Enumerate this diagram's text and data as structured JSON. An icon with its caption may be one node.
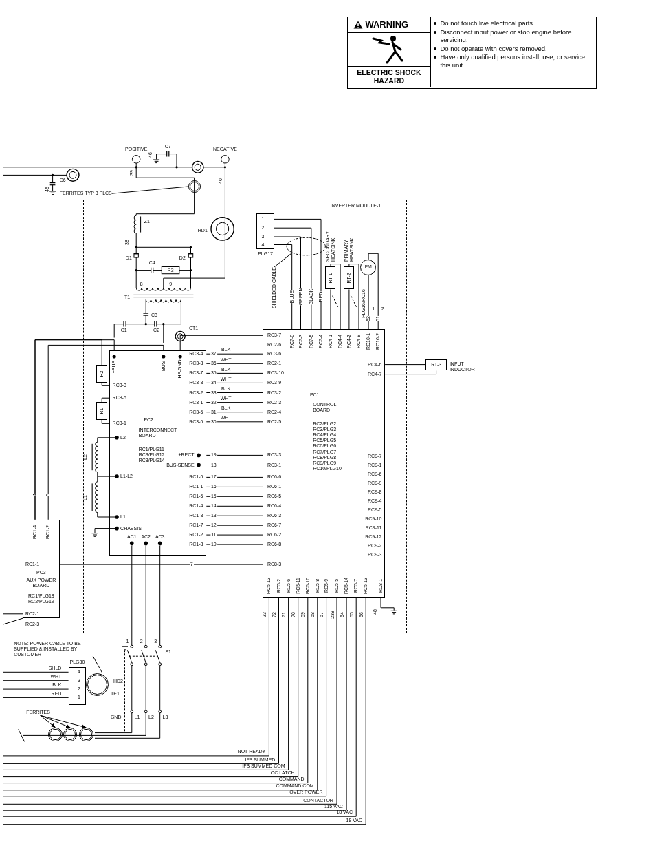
{
  "diagram": {
    "nodes": [
      {
        "text": [
          "INVERTER MODULE-1"
        ]
      },
      {
        "text": [
          "PC1",
          "CONTROL BOARD",
          "RC2/PLG2 RC3/PLG3 RC4/PLG4 RC5/PLG5 RC6/PLG6 RC7/PLG7 RC8/PLG8 RC9/PLG9 RC10/PLG10"
        ],
        "in": 0
      },
      {
        "text": [
          "PC2",
          "INTERCONNECT BOARD",
          "RC1/PLG11 RC3/PLG12 RC8/PLG14"
        ],
        "in": 0
      },
      {
        "text": [
          "PC3",
          "AUX POWER BOARD",
          "RC1/PLG18 RC2/PLG19"
        ]
      },
      {
        "text": [
          "PLG17"
        ],
        "in": 0
      },
      {
        "text": [
          "RT-1"
        ],
        "beside": [
          "SECONDARY HEATSINK"
        ],
        "in": 0
      },
      {
        "text": [
          "RT-2"
        ],
        "beside": [
          "PRIMARY HEATSINK"
        ],
        "in": 0
      },
      {
        "text": [
          "FM"
        ],
        "in": 0
      },
      {
        "text": [
          "RT-3"
        ],
        "beside": [
          "INPUT INDUCTOR"
        ]
      },
      {
        "text": [
          "R2"
        ],
        "in": 0
      },
      {
        "text": [
          "R1"
        ],
        "in": 0
      },
      {
        "text": [
          "PLG80"
        ]
      },
      {
        "text": [
          "HD2"
        ]
      },
      {
        "text": [
          "WARNING",
          "ELECTRIC SHOCK HAZARD",
          "Do not touch live electrical parts.",
          "Disconnect input power or stop engine before servicing.",
          "Do not operate with covers removed.",
          "Have only qualified persons install, use, or service this unit."
        ]
      },
      {
        "text": [
          "SHIELDED CABLE"
        ],
        "in": 0
      },
      {
        "text": [
          "FERRITES TYP 3 PLCS"
        ]
      },
      {
        "text": [],
        "shape": "circle"
      },
      {
        "text": [
          "FERRITES"
        ]
      },
      {
        "text": [],
        "shape": "circle"
      },
      {
        "text": [],
        "shape": "circle"
      },
      {
        "text": [],
        "shape": "circle"
      },
      {
        "text": [
          "NOTE: POWER CABLE TO BE SUPPLIED & INSTALLED BY CUSTOMER"
        ]
      }
    ],
    "edges": [
      {
        "from": 2,
        "to": 1,
        "arrow": "none",
        "label": "37"
      },
      {
        "from": 2,
        "to": 1,
        "arrow": "none",
        "label": "36"
      },
      {
        "from": 2,
        "to": 1,
        "arrow": "none",
        "label": "35"
      },
      {
        "from": 2,
        "to": 1,
        "arrow": "none",
        "label": "34"
      },
      {
        "from": 2,
        "to": 1,
        "arrow": "none",
        "label": "33"
      },
      {
        "from": 2,
        "to": 1,
        "arrow": "none",
        "label": "32"
      },
      {
        "from": 2,
        "to": 1,
        "arrow": "none",
        "label": "31"
      },
      {
        "from": 2,
        "to": 1,
        "arrow": "none",
        "label": "30"
      },
      {
        "from": 2,
        "to": 1,
        "arrow": "none",
        "label": "19"
      },
      {
        "from": 2,
        "to": 1,
        "arrow": "none",
        "label": "18"
      },
      {
        "from": 2,
        "to": 1,
        "arrow": "none",
        "label": "17"
      },
      {
        "from": 2,
        "to": 1,
        "arrow": "none",
        "label": "16"
      },
      {
        "from": 2,
        "to": 1,
        "arrow": "none",
        "label": "15"
      },
      {
        "from": 2,
        "to": 1,
        "arrow": "none",
        "label": "14"
      },
      {
        "from": 2,
        "to": 1,
        "arrow": "none",
        "label": "13"
      },
      {
        "from": 2,
        "to": 1,
        "arrow": "none",
        "label": "12"
      },
      {
        "from": 2,
        "to": 1,
        "arrow": "none",
        "label": "11"
      },
      {
        "from": 2,
        "to": 1,
        "arrow": "none",
        "label": "10"
      },
      {
        "from": 3,
        "to": 1,
        "arrow": "none",
        "label": "7"
      },
      {
        "from": 3,
        "to": 2,
        "arrow": "none",
        "label": "4"
      },
      {
        "from": 3,
        "to": 2,
        "arrow": "none",
        "label": "5"
      },
      {
        "from": 4,
        "to": 1,
        "arrow": "none",
        "label": "BLUE"
      },
      {
        "from": 4,
        "to": 1,
        "arrow": "none",
        "label": "GREEN"
      },
      {
        "from": 4,
        "to": 1,
        "arrow": "none",
        "label": "BLACK"
      },
      {
        "from": 4,
        "to": 1,
        "arrow": "none",
        "label": "RED"
      },
      {
        "from": 5,
        "to": 1,
        "arrow": "none"
      },
      {
        "from": 5,
        "to": 1,
        "arrow": "none"
      },
      {
        "from": 6,
        "to": 1,
        "arrow": "none"
      },
      {
        "from": 6,
        "to": 1,
        "arrow": "none"
      },
      {
        "from": 7,
        "to": 1,
        "arrow": "none",
        "label": "52"
      },
      {
        "from": 7,
        "to": 1,
        "arrow": "none",
        "label": "51"
      },
      {
        "from": 1,
        "to": 8,
        "arrow": "none"
      },
      {
        "from": 1,
        "to": 8,
        "arrow": "none"
      },
      {
        "from": 1,
        "to": null,
        "arrow": "none",
        "label": "NOT READY"
      },
      {
        "from": 1,
        "to": null,
        "arrow": "none",
        "label": "IFB SUMMED"
      },
      {
        "from": 1,
        "to": null,
        "arrow": "none",
        "label": "IFB SUMMED COM"
      },
      {
        "from": 1,
        "to": null,
        "arrow": "none",
        "label": "OC LATCH"
      },
      {
        "from": 1,
        "to": null,
        "arrow": "none",
        "label": "COMMAND"
      },
      {
        "from": 1,
        "to": null,
        "arrow": "none",
        "label": "COMMAND COM"
      },
      {
        "from": 1,
        "to": null,
        "arrow": "none",
        "label": "OVER POWER"
      },
      {
        "from": 1,
        "to": null,
        "arrow": "none",
        "label": "CONTACTOR"
      },
      {
        "from": 1,
        "to": null,
        "arrow": "none",
        "label": "115 VAC"
      },
      {
        "from": 1,
        "to": null,
        "arrow": "none",
        "label": "18 VAC"
      },
      {
        "from": 1,
        "to": null,
        "arrow": "none",
        "label": "18 VAC"
      },
      {
        "from": 3,
        "to": null,
        "arrow": "none"
      },
      {
        "from": 3,
        "to": null,
        "arrow": "none"
      },
      {
        "from": 11,
        "to": null,
        "arrow": "none",
        "label": "SHLD"
      },
      {
        "from": 11,
        "to": null,
        "arrow": "none",
        "label": "WHT"
      },
      {
        "from": 11,
        "to": null,
        "arrow": "none",
        "label": "BLK"
      },
      {
        "from": 11,
        "to": null,
        "arrow": "none",
        "label": "RED"
      },
      {
        "from": 9,
        "to": 2,
        "arrow": "none"
      },
      {
        "from": 10,
        "to": 2,
        "arrow": "none"
      },
      {
        "from": 10,
        "to": 2,
        "arrow": "none"
      },
      {
        "from": 14,
        "to": null,
        "arrow": "none"
      },
      {
        "from": 15,
        "to": 16,
        "arrow": "none"
      },
      {
        "from": 17,
        "to": 18,
        "arrow": "to"
      },
      {
        "from": 17,
        "to": 19,
        "arrow": "to"
      },
      {
        "from": 17,
        "to": 20,
        "arrow": "to"
      },
      {
        "from": 21,
        "to": 12,
        "arrow": "none"
      },
      {
        "from": 2,
        "to": 1,
        "arrow": "none"
      },
      {
        "from": 3,
        "to": 9,
        "arrow": "none"
      }
    ],
    "labels": [
      "POSITIVE",
      "C7",
      "NEGATIVE",
      "46",
      "C6",
      "45",
      "39",
      "40",
      "Z1",
      "HD1",
      "38",
      "D1",
      "D2",
      "C4",
      "R3",
      "8",
      "9",
      "T1",
      "C3",
      "C1",
      "C2",
      "CT1",
      "+BUS",
      "-BUS",
      "HF-GND",
      "RC8-3",
      "RC8-5",
      "RC8-1",
      "L2",
      "L2",
      "L1-L2",
      "L1",
      "L1",
      "CHASSIS",
      "AC1",
      "AC2",
      "AC3",
      "RC3-4",
      "RC3-3",
      "RC3-7",
      "RC3-8",
      "RC3-2",
      "RC3-1",
      "RC3-5",
      "RC3-6",
      "+RECT",
      "BUS-SENSE",
      "RC1-6",
      "RC1-1",
      "RC1-5",
      "RC1-4",
      "RC1-3",
      "RC1-7",
      "RC1-2",
      "RC1-8",
      "BLK",
      "WHT",
      "BLK",
      "WHT",
      "BLK",
      "WHT",
      "BLK",
      "WHT",
      "RC3-7",
      "RC2-6",
      "RC3-6",
      "RC2-1",
      "RC3-10",
      "RC3-9",
      "RC3-2",
      "RC2-3",
      "RC2-4",
      "RC2-5",
      "RC3-3",
      "RC3-1",
      "RC6-6",
      "RC6-1",
      "RC6-5",
      "RC6-4",
      "RC6-3",
      "RC6-7",
      "RC6-2",
      "RC6-8",
      "RC8-3",
      "RC7-6",
      "RC7-3",
      "RC7-5",
      "RC7-4",
      "RC4-1",
      "RC4-4",
      "RC4-2",
      "RC4-8",
      "RC10-1",
      "RC10-2",
      "RC4-6",
      "RC4-7",
      "RC9-7",
      "RC9-1",
      "RC9-6",
      "RC9-9",
      "RC9-8",
      "RC9-4",
      "RC9-5",
      "RC9-10",
      "RC9-11",
      "RC9-12",
      "RC9-2",
      "RC9-3",
      "RC5-12",
      "RC5-2",
      "RC5-6",
      "RC5-11",
      "RC5-10",
      "RC5-8",
      "RC5-9",
      "RC5-5",
      "RC5-14",
      "RC5-7",
      "RC5-13",
      "RC8-1",
      "23",
      "72",
      "71",
      "70",
      "69",
      "68",
      "67",
      "238",
      "64",
      "65",
      "66",
      "48",
      "1",
      "2",
      "3",
      "4",
      "PLG16/RC16",
      "1",
      "2",
      "1",
      "2",
      "3",
      "S1",
      "4",
      "3",
      "2",
      "TE1",
      "1",
      "GND",
      "L1",
      "L2",
      "L3",
      "RC1-4",
      "RC1-2",
      "RC1-1",
      "RC2-1",
      "RC2-3"
    ]
  }
}
